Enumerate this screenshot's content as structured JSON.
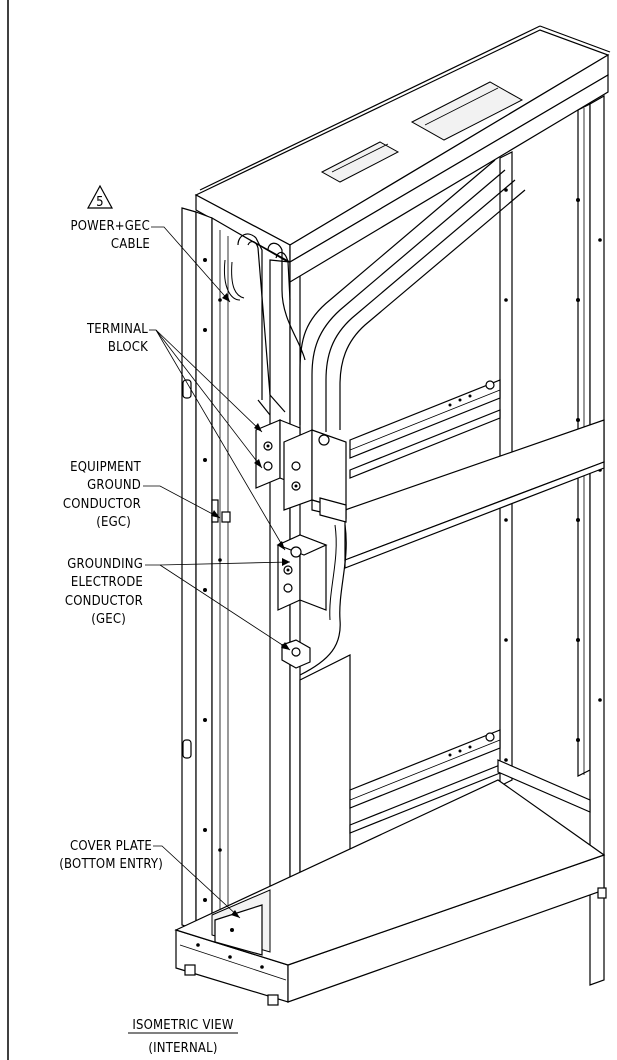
{
  "callouts": {
    "revision_marker": "5",
    "power_gec_line1": "POWER+GEC",
    "power_gec_line2": "CABLE",
    "terminal_line1": "TERMINAL",
    "terminal_line2": "BLOCK",
    "egc_line1": "EQUIPMENT",
    "egc_line2": "GROUND",
    "egc_line3": "CONDUCTOR",
    "egc_line4": "(EGC)",
    "gec_line1": "GROUNDING",
    "gec_line2": "ELECTRODE",
    "gec_line3": "CONDUCTOR",
    "gec_line4": "(GEC)",
    "cover_line1": "COVER PLATE",
    "cover_line2": "(BOTTOM ENTRY)"
  },
  "caption": {
    "title": "ISOMETRIC VIEW",
    "subtitle": "(INTERNAL)"
  }
}
